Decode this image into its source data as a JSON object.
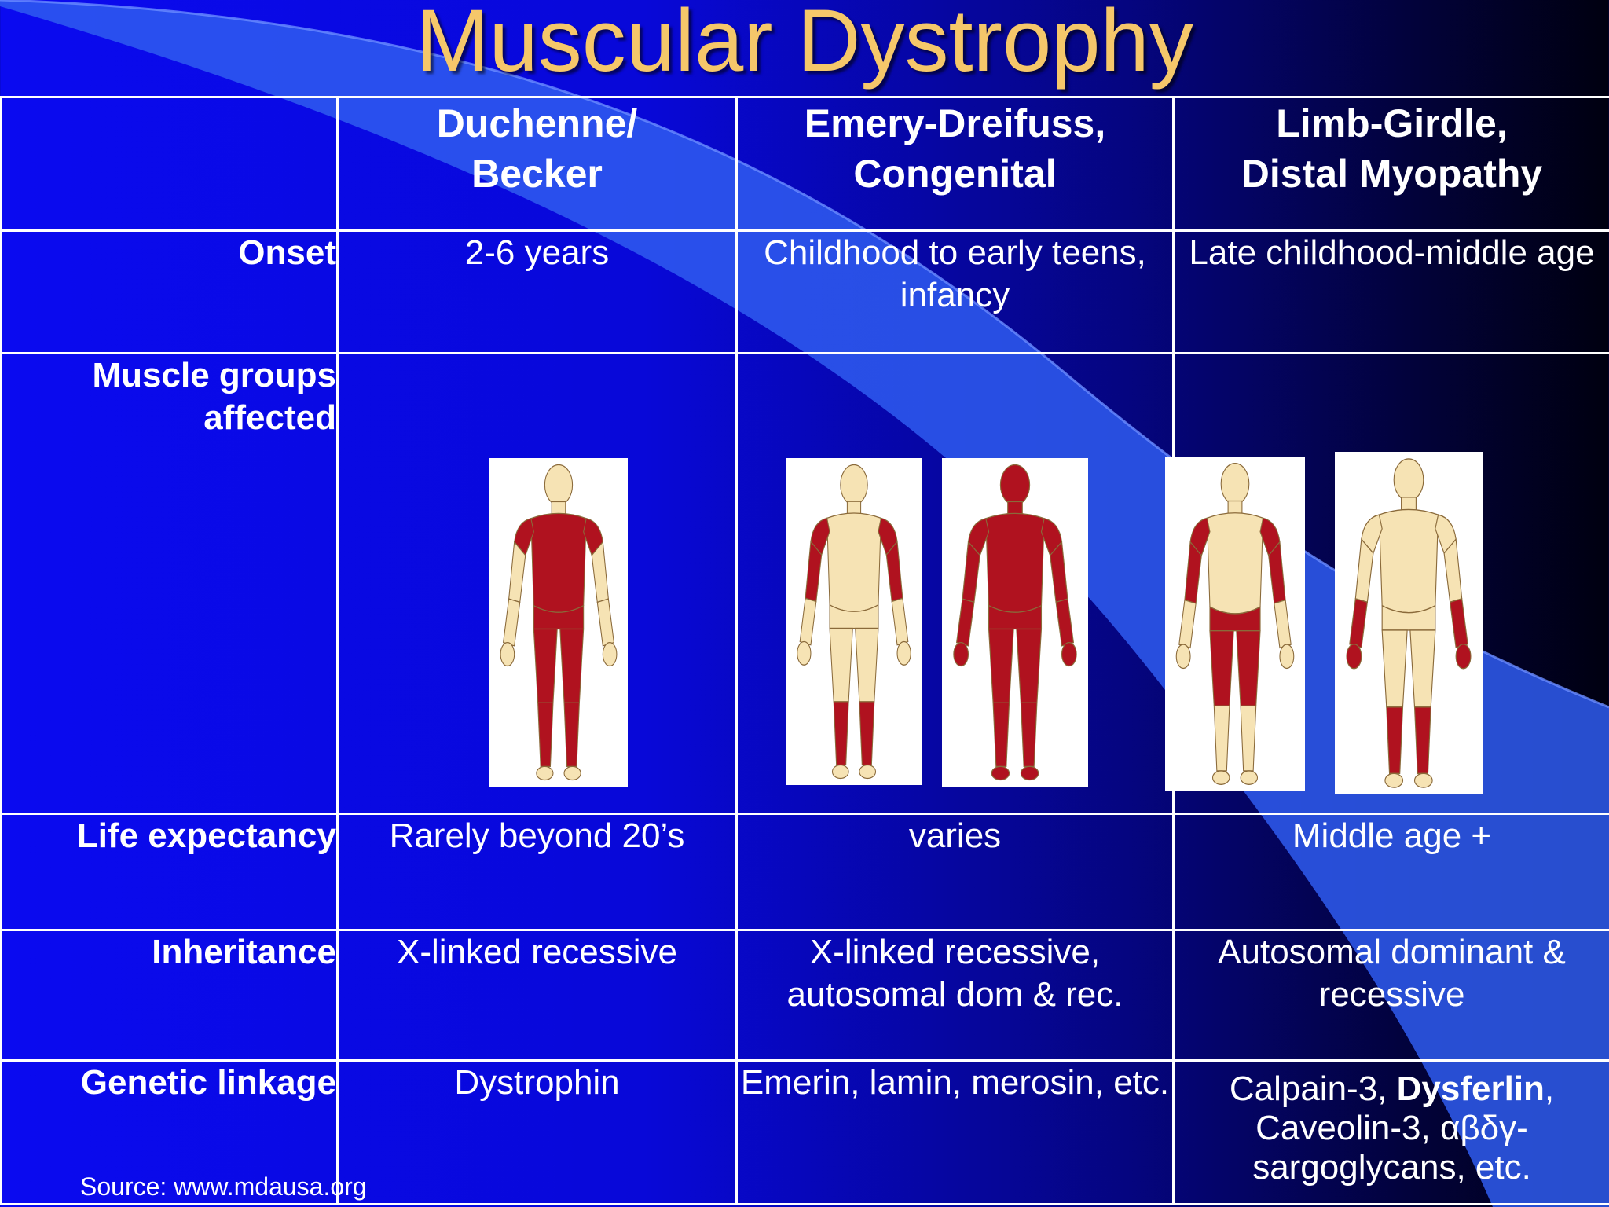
{
  "title": "Muscular Dystrophy",
  "columns": [
    {
      "line1": "Duchenne/",
      "line2": "Becker"
    },
    {
      "line1": "Emery-Dreifuss,",
      "line2": "Congenital"
    },
    {
      "line1": "Limb-Girdle,",
      "line2": "Distal Myopathy"
    }
  ],
  "rows": {
    "onset": {
      "label": "Onset",
      "values": [
        "2-6 years",
        "Childhood to early teens, infancy",
        "Late childhood-middle age"
      ]
    },
    "muscle": {
      "label": "Muscle groups affected"
    },
    "life": {
      "label": "Life expectancy",
      "values": [
        "Rarely beyond 20’s",
        "varies",
        "Middle age +"
      ]
    },
    "inheritance": {
      "label": "Inheritance",
      "values": [
        "X-linked recessive",
        "X-linked recessive, autosomal dom & rec.",
        "Autosomal dominant & recessive"
      ]
    },
    "genetic": {
      "label": "Genetic linkage",
      "values": [
        "Dystrophin",
        "Emerin, lamin, merosin, etc."
      ],
      "col3_part1": "Calpain-3, ",
      "col3_bold": "Dysferlin",
      "col3_part2": ", Caveolin-3, αβδγ-sargoglycans, etc."
    }
  },
  "figures": [
    {
      "name": "duchenne-figure",
      "pattern": "pelvic-shoulder-calf"
    },
    {
      "name": "emery-dreifuss-figure",
      "pattern": "shoulder-upperarm-calf"
    },
    {
      "name": "congenital-figure",
      "pattern": "whole-body"
    },
    {
      "name": "limb-girdle-figure",
      "pattern": "shoulder-hip-thigh"
    },
    {
      "name": "distal-myopathy-figure",
      "pattern": "forearm-lowerleg"
    }
  ],
  "colors": {
    "title": "#f5c76a",
    "muscle": "#b0121f",
    "skin": "#f6e3b4",
    "background": "#0a0af0"
  },
  "source": "Source:  www.mdausa.org"
}
